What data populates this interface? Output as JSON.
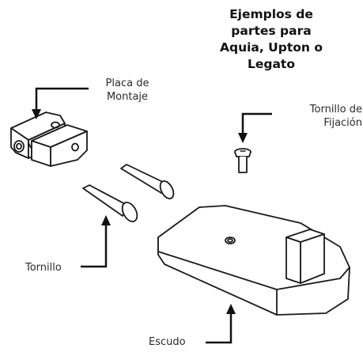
{
  "title": "Ejemplos de\npartes para\nAquia, Upton o\nLegato",
  "labels": {
    "placa_de_montaje": "Placa de\nMontaje",
    "tornillo_de_fijacion": "Tornillo de\nFijación",
    "tornillo": "Tornillo",
    "escudo": "Escudo"
  }
}
